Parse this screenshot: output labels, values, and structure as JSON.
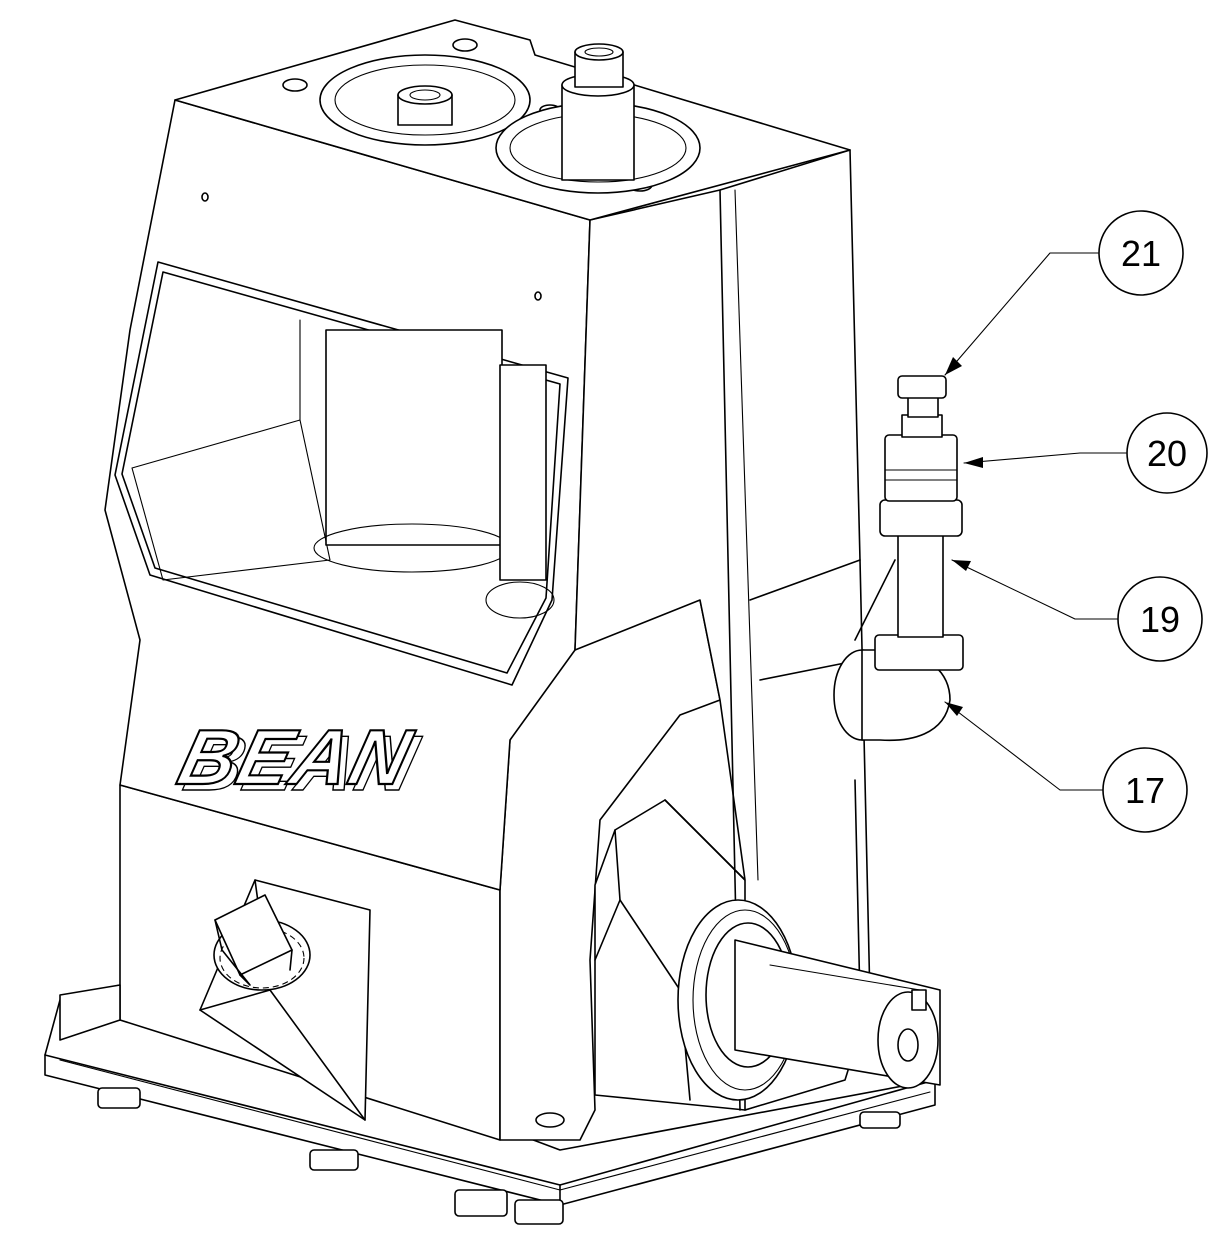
{
  "brand": {
    "logo_text": "BEAN"
  },
  "callouts": [
    {
      "label": "21"
    },
    {
      "label": "20"
    },
    {
      "label": "19"
    },
    {
      "label": "17"
    }
  ]
}
